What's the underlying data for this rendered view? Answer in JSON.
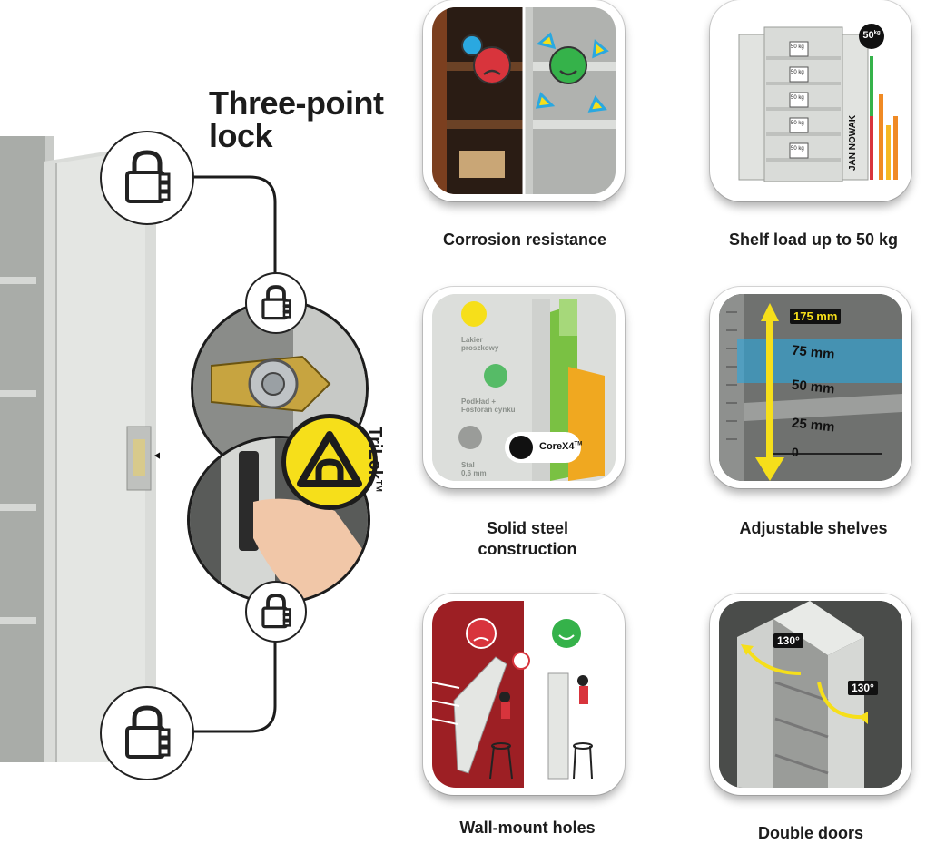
{
  "title": {
    "line1": "Three-point",
    "line2": "lock"
  },
  "trilock_label": "TriLck",
  "trilock_tm": "TM",
  "features": [
    {
      "caption": "Corrosion resistance"
    },
    {
      "caption": "Shelf load up to 50 kg"
    },
    {
      "caption": "Solid steel\nconstruction"
    },
    {
      "caption": "Adjustable shelves"
    },
    {
      "caption": "Wall-mount holes"
    },
    {
      "caption": "Double doors"
    }
  ],
  "shelf_load": {
    "badge": "50",
    "badge_unit": "kg",
    "brand": "JAN NOWAK",
    "weights": [
      "50 kg",
      "50 kg",
      "50 kg",
      "50 kg",
      "50 kg"
    ]
  },
  "steel": {
    "lakier": "Lakier\nproszkowy",
    "podklad": "Podkład +\nFosforan cynku",
    "stal": "Stal\n0,6 mm",
    "corex": "CoreX4",
    "corex_tm": "TM"
  },
  "adjustable": {
    "top": "175 mm",
    "l75": "75 mm",
    "l50": "50 mm",
    "l25": "25 mm",
    "l0": "0"
  },
  "double_doors": {
    "left_angle": "130°",
    "right_angle": "130°"
  },
  "colors": {
    "yellow": "#f6df1a",
    "green": "#35b24a",
    "red": "#d8343c",
    "blue": "#2aa8e0",
    "dark": "#1c1c1c"
  }
}
